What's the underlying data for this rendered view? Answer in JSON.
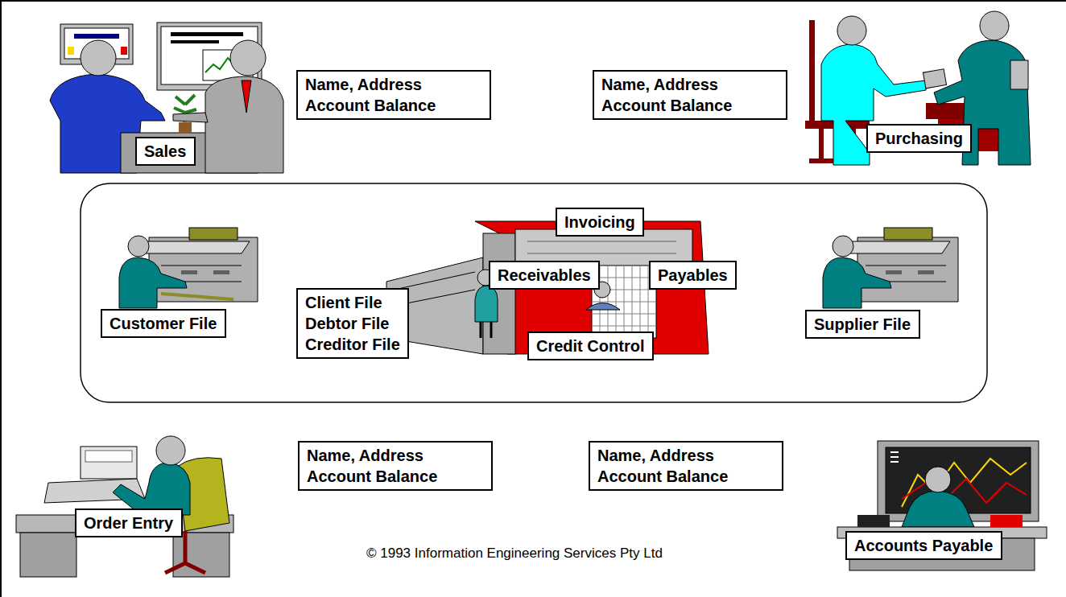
{
  "diagram": {
    "nodes": [
      {
        "text": [
          "Sales"
        ]
      },
      {
        "text": [
          "Name, Address Account Balance"
        ]
      },
      {
        "text": [
          "Name, Address Account Balance"
        ]
      },
      {
        "text": [
          "Purchasing"
        ]
      },
      {
        "text": [
          "Invoicing"
        ]
      },
      {
        "text": [
          "Customer File"
        ]
      },
      {
        "text": [
          "Client File",
          "Debtor File",
          "Creditor File"
        ]
      },
      {
        "text": [
          "Receivables"
        ]
      },
      {
        "text": [
          "Payables"
        ]
      },
      {
        "text": [
          "Supplier File"
        ]
      },
      {
        "text": [
          "Credit Control"
        ]
      },
      {
        "text": [
          "Name, Address Account Balance"
        ]
      },
      {
        "text": [
          "Name, Address Account Balance"
        ]
      },
      {
        "text": [
          "Order Entry"
        ]
      },
      {
        "text": [
          "Accounts Payable"
        ]
      }
    ],
    "labels": [
      "© 1993 Information Engineering Services Pty Ltd"
    ]
  }
}
